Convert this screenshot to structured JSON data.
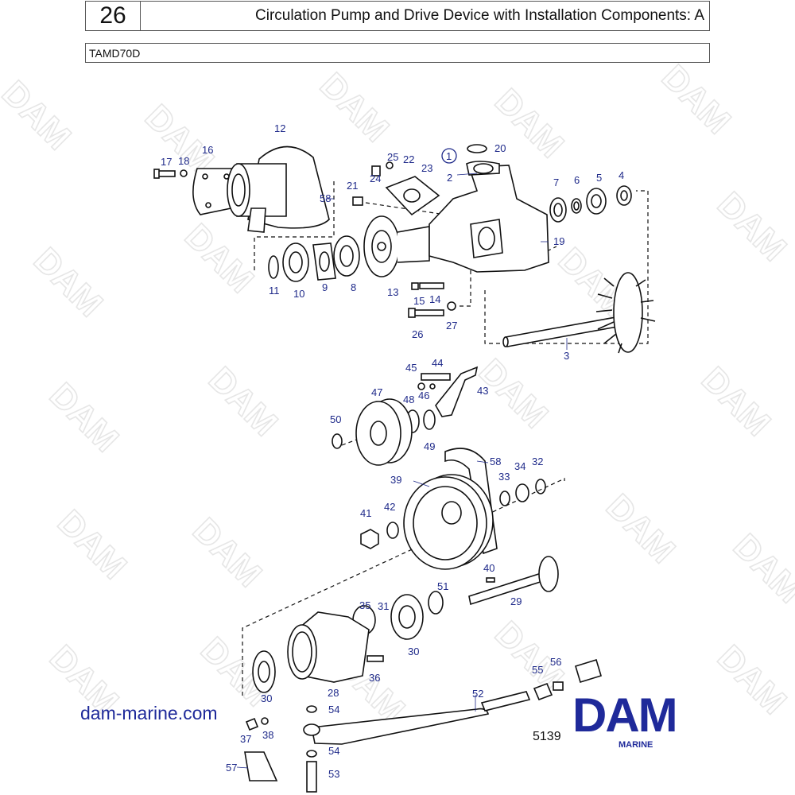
{
  "header": {
    "section_number": "26",
    "title": "Circulation Pump and Drive Device with Installation Components: A",
    "model": "TAMD70D"
  },
  "watermark_text": "DAM",
  "website": "dam-marine.com",
  "drawing_code": "5139",
  "logo": {
    "name": "DAM",
    "subtitle": "MARINE",
    "color": "#1f2a9a"
  },
  "callouts": {
    "c1": "1",
    "c2": "2",
    "c3": "3",
    "c4": "4",
    "c5": "5",
    "c6": "6",
    "c7": "7",
    "c8": "8",
    "c9": "9",
    "c10": "10",
    "c11": "11",
    "c12": "12",
    "c13": "13",
    "c14": "14",
    "c15": "15",
    "c16": "16",
    "c17": "17",
    "c18": "18",
    "c19": "19",
    "c20": "20",
    "c21": "21",
    "c22": "22",
    "c23": "23",
    "c24": "24",
    "c25": "25",
    "c26a": "26",
    "c27": "27",
    "c28": "28",
    "c29": "29",
    "c30a": "30",
    "c30b": "30",
    "c31": "31",
    "c32": "32",
    "c33": "33",
    "c34": "34",
    "c35": "35",
    "c36": "36",
    "c37": "37",
    "c38": "38",
    "c39": "39",
    "c40": "40",
    "c41": "41",
    "c42": "42",
    "c43": "43",
    "c44": "44",
    "c45": "45",
    "c46": "46",
    "c47": "47",
    "c48": "48",
    "c49": "49",
    "c50": "50",
    "c51": "51",
    "c52": "52",
    "c53": "53",
    "c54a": "54",
    "c54b": "54",
    "c55": "55",
    "c56": "56",
    "c57": "57",
    "c58a": "58",
    "c58b": "58"
  }
}
